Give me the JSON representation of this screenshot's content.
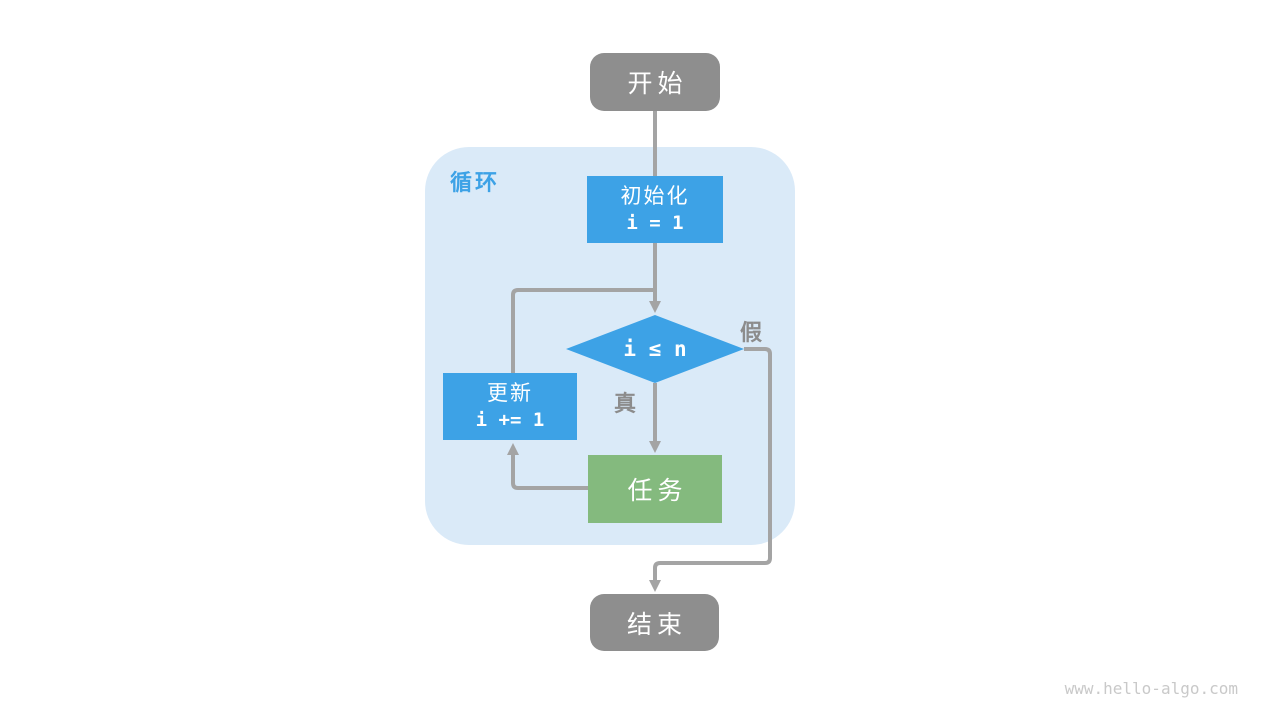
{
  "watermark": "www.hello-algo.com",
  "colors": {
    "node_gray": "#8e8e8e",
    "node_blue": "#3da2e6",
    "node_green": "#84ba7e",
    "loop_container_bg": "#daeaf8",
    "loop_label": "#3da2e6",
    "connector": "#a4a4a4",
    "edge_label": "#8c8c8c",
    "watermark": "#c9c9c9"
  },
  "loop_container": {
    "label": "循环"
  },
  "nodes": {
    "start": {
      "label": "开始"
    },
    "init": {
      "title": "初始化",
      "code": "i = 1"
    },
    "condition": {
      "code": "i ≤ n"
    },
    "update": {
      "title": "更新",
      "code": "i += 1"
    },
    "task": {
      "label": "任务"
    },
    "end": {
      "label": "结束"
    }
  },
  "edge_labels": {
    "true_label": "真",
    "false_label": "假"
  }
}
